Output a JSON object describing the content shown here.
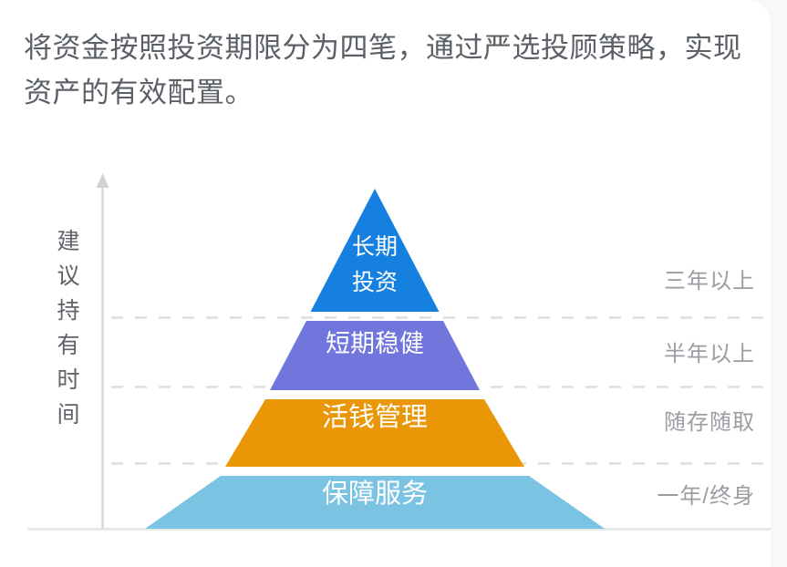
{
  "heading": "将资金按照投资期限分为四笔，通过严选投顾策略，实现资产的有效配置。",
  "chart": {
    "y_axis_label": "建议持有时间",
    "axis_color": "#d6d8dc",
    "gridline_color": "#dcdee2",
    "tiers": [
      {
        "label": "长期\n投资",
        "color": "#1680E0",
        "duration": "三年以上"
      },
      {
        "label": "短期稳健",
        "color": "#7076DB",
        "duration": "半年以上"
      },
      {
        "label": "活钱管理",
        "color": "#E99706",
        "duration": "随存随取"
      },
      {
        "label": "保障服务",
        "color": "#7BC3E3",
        "duration": "一年/终身"
      }
    ]
  },
  "chart_data": {
    "type": "pyramid",
    "title": "将资金按照投资期限分为四笔，通过严选投顾策略，实现资产的有效配置。",
    "ylabel": "建议持有时间",
    "xlabel": "",
    "grid": true,
    "legend": "right-labels",
    "categories": [
      "长期投资",
      "短期稳健",
      "活钱管理",
      "保障服务"
    ],
    "annotations": [
      "三年以上",
      "半年以上",
      "随存随取",
      "一年/终身"
    ],
    "series": [
      {
        "name": "建议持有时间",
        "values": [
          "三年以上",
          "半年以上",
          "随存随取",
          "一年/终身"
        ]
      }
    ],
    "colors": [
      "#1680E0",
      "#7076DB",
      "#E99706",
      "#7BC3E3"
    ],
    "tier_order": "top-to-bottom"
  }
}
